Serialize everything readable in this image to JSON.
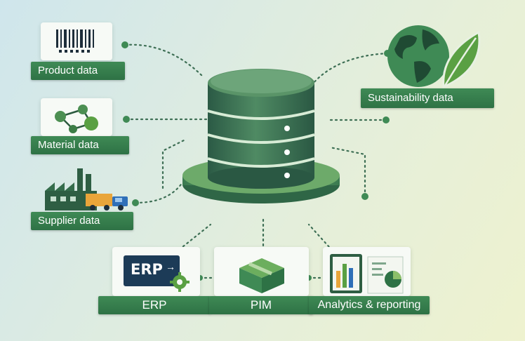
{
  "sources": {
    "product": {
      "label": "Product data",
      "icon": "barcode-icon"
    },
    "material": {
      "label": "Material data",
      "icon": "molecule-network-icon"
    },
    "supplier": {
      "label": "Supplier data",
      "icon": "factory-truck-icon"
    }
  },
  "sustainability": {
    "label": "Sustainability data",
    "icon": "globe-leaf-icon"
  },
  "consumers": {
    "erp": {
      "label": "ERP",
      "screen_text": "ERP",
      "icon": "erp-monitor-icon"
    },
    "pim": {
      "label": "PIM",
      "icon": "product-box-icon"
    },
    "analytics": {
      "label": "Analytics & reporting",
      "icon": "report-chart-icon"
    }
  },
  "center": {
    "icon": "database-cylinder-icon"
  },
  "colors": {
    "accent_green": "#2e7245",
    "dark_green": "#2f5f45",
    "leaf_green": "#5aa043"
  }
}
